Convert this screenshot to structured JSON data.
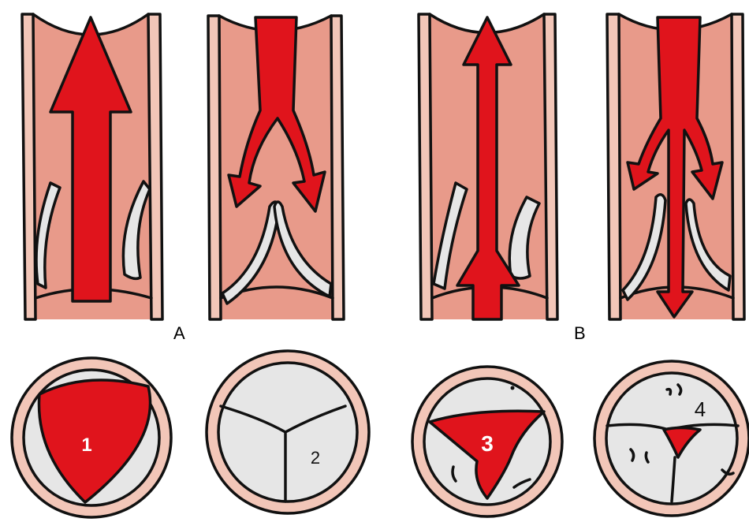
{
  "labels": {
    "panel_a": "A",
    "panel_b": "B",
    "valve_1": "1",
    "valve_2": "2",
    "valve_3": "3",
    "valve_4": "4"
  },
  "colors": {
    "blood_red": "#e0141c",
    "lumen_pink": "#e89a8a",
    "wall_pink": "#f2c6b8",
    "leaflet_gray": "#e6e6e6",
    "outline": "#111111"
  }
}
